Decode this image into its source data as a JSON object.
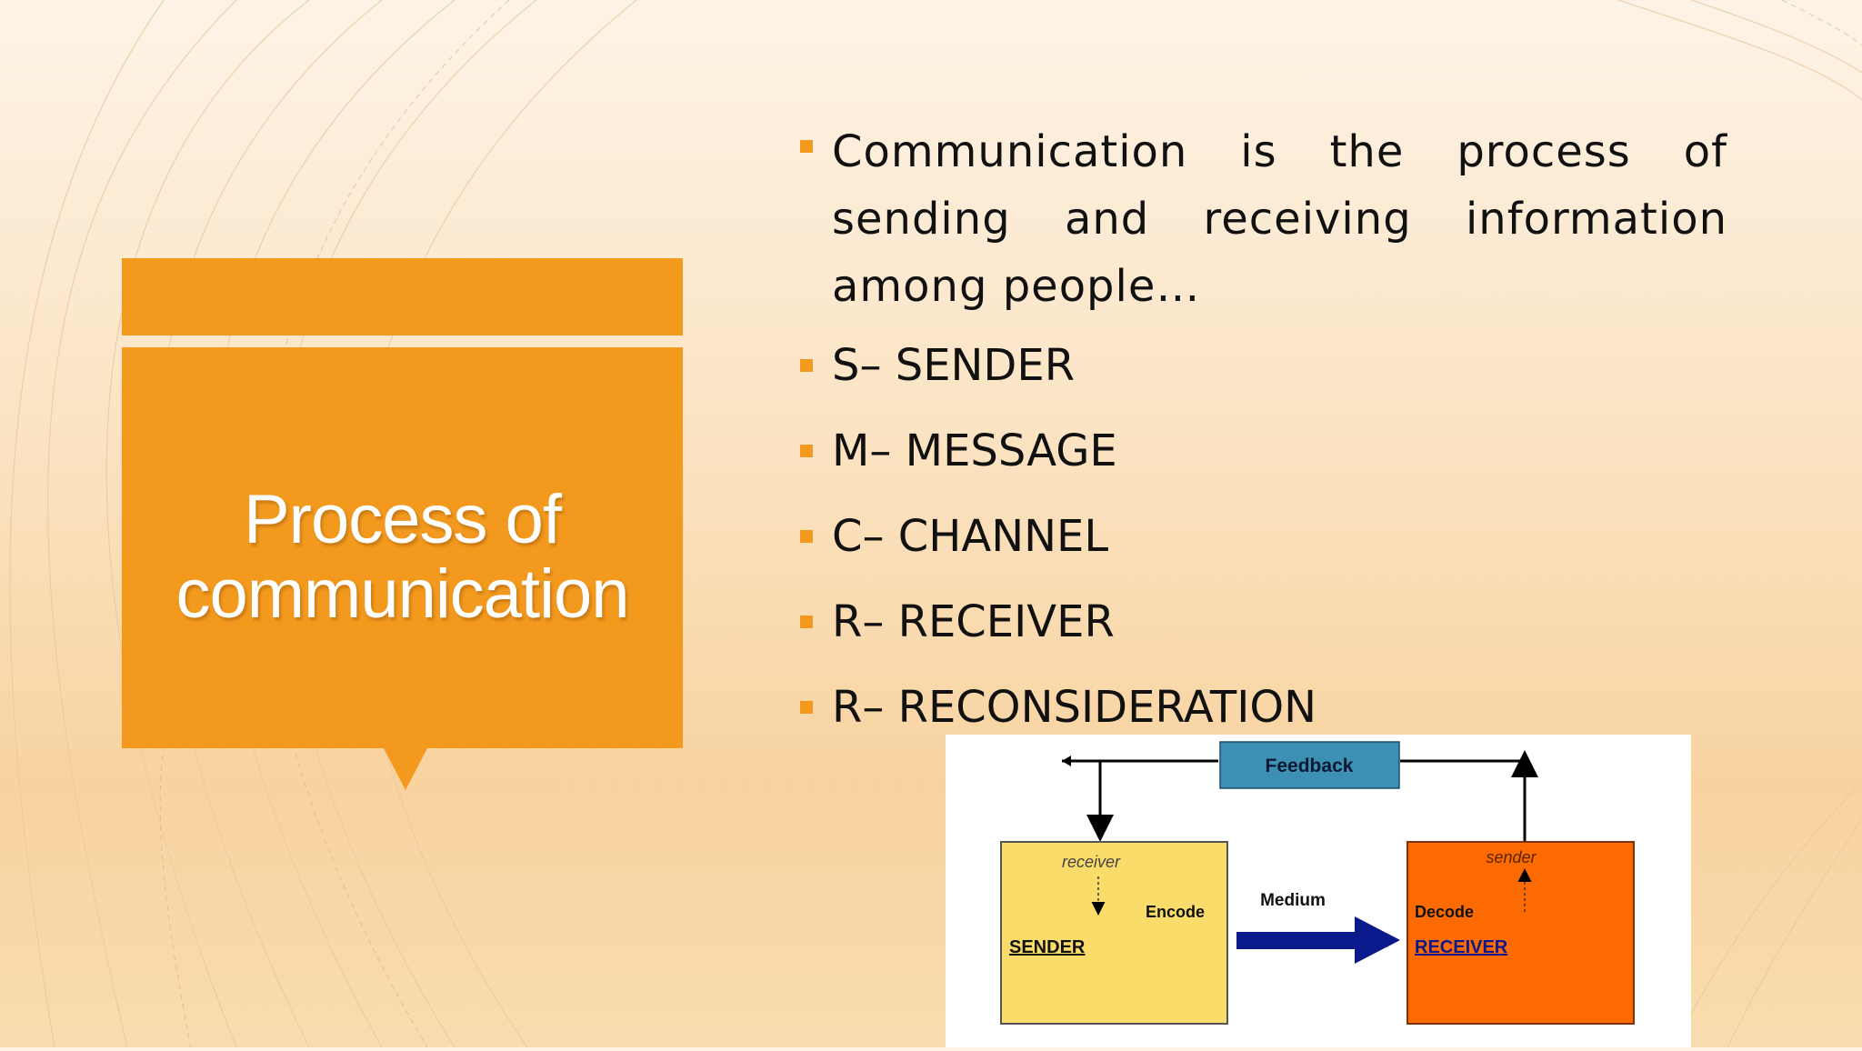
{
  "slide": {
    "title": "Process of communication",
    "accent_color": "#f39a1e"
  },
  "bullets": [
    {
      "text": " Communication is the process of sending and receiving information among people…"
    },
    {
      "text": "S– SENDER"
    },
    {
      "text": "M– MESSAGE"
    },
    {
      "text": "C– CHANNEL"
    },
    {
      "text": "R– RECEIVER"
    },
    {
      "text": "R– RECONSIDERATION"
    }
  ],
  "diagram": {
    "feedback_label": "Feedback",
    "left_box": {
      "top_label": "receiver",
      "action": "Encode",
      "role": "SENDER",
      "color": "#fadc6a"
    },
    "channel_label": "Medium",
    "right_box": {
      "top_label": "sender",
      "action": "Decode",
      "role": "RECEIVER",
      "color": "#fd6a02"
    },
    "feedback_color": "#3d8fb3",
    "arrow_color": "#0a1a8c"
  }
}
